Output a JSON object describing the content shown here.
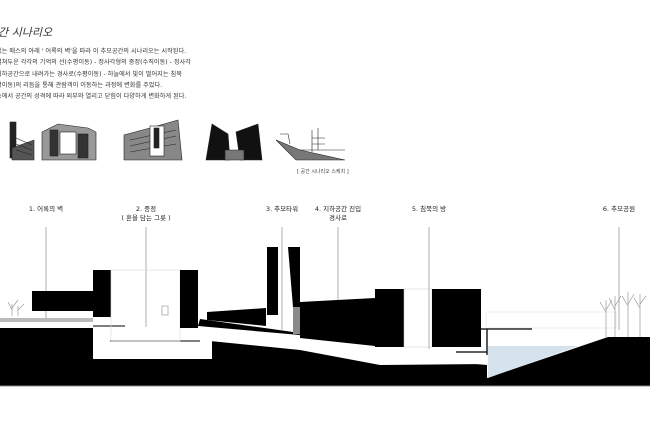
{
  "heading": "간 시나리오",
  "description": [
    "있는 매스의 아래 ' 어록의 벽'을 따라 이 추모공간의 시나리오는 시작된다.",
    "펼쳐두운 각각의 기억의 선(수평이동) - 정사각형의 중정(수직이동) - 정사각",
    " 지하공간으로 내려가는 경사로(수평이동) - 하늘에서 빛이 떨어지는 침묵",
    "평이동)의 리듬을 통해 관람객이 이동하는 과정에 변화를 주었다.",
    "능에서 공간의 성격에 따라 외부와 열리고 닫힘이 다양하게 변화하게 된다."
  ],
  "sketch_caption": "[ 공간 시나리오 스케치 ]",
  "labels": [
    {
      "line1": "1. 어록의 벽",
      "line2": ""
    },
    {
      "line1": "2. 중정",
      "line2": "( 혼을 담는 그릇 )"
    },
    {
      "line1": "3. 추모타워",
      "line2": ""
    },
    {
      "line1": "4. 지하공간 진입",
      "line2": "경사로"
    },
    {
      "line1": "5. 침묵의 방",
      "line2": ""
    },
    {
      "line1": "6. 추모공원",
      "line2": ""
    }
  ],
  "colors": {
    "mass": "#000000",
    "water": "#d6e3ec",
    "ramp_gray": "#8a8a8a"
  }
}
